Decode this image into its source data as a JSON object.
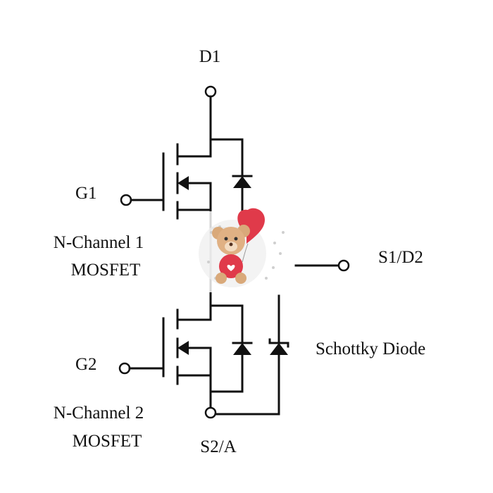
{
  "labels": {
    "d1": "D1",
    "g1": "G1",
    "mosfet1_line1": "N-Channel 1",
    "mosfet1_line2": "MOSFET",
    "s1d2": "S1/D2",
    "schottky": "Schottky Diode",
    "g2": "G2",
    "mosfet2_line1": "N-Channel 2",
    "mosfet2_line2": "MOSFET",
    "s2a": "S2/A"
  },
  "colors": {
    "ink": "#111111",
    "watermark_heart": "#e03a4a",
    "watermark_bear": "#d9a97a"
  }
}
